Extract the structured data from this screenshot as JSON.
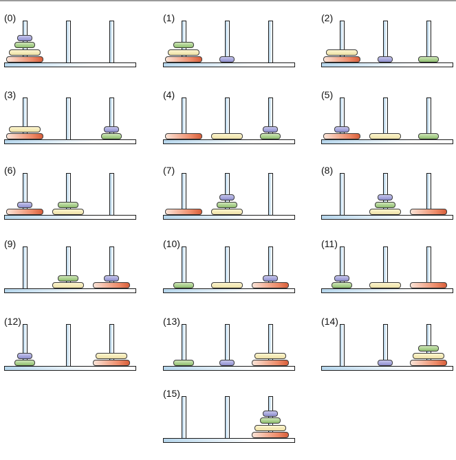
{
  "puzzle": {
    "disk_colors": {
      "1": "#a8a8e0",
      "2": "#a9d08e",
      "3": "#f8f0c0",
      "4": "#e8734d"
    },
    "steps": [
      {
        "label": "(0)",
        "pegs": [
          [
            4,
            3,
            2,
            1
          ],
          [],
          []
        ]
      },
      {
        "label": "(1)",
        "pegs": [
          [
            4,
            3,
            2
          ],
          [
            1
          ],
          []
        ]
      },
      {
        "label": "(2)",
        "pegs": [
          [
            4,
            3
          ],
          [
            1
          ],
          [
            2
          ]
        ]
      },
      {
        "label": "(3)",
        "pegs": [
          [
            4,
            3
          ],
          [],
          [
            2,
            1
          ]
        ]
      },
      {
        "label": "(4)",
        "pegs": [
          [
            4
          ],
          [
            3
          ],
          [
            2,
            1
          ]
        ]
      },
      {
        "label": "(5)",
        "pegs": [
          [
            4,
            1
          ],
          [
            3
          ],
          [
            2
          ]
        ]
      },
      {
        "label": "(6)",
        "pegs": [
          [
            4,
            1
          ],
          [
            3,
            2
          ],
          []
        ]
      },
      {
        "label": "(7)",
        "pegs": [
          [
            4
          ],
          [
            3,
            2,
            1
          ],
          []
        ]
      },
      {
        "label": "(8)",
        "pegs": [
          [],
          [
            3,
            2,
            1
          ],
          [
            4
          ]
        ]
      },
      {
        "label": "(9)",
        "pegs": [
          [],
          [
            3,
            2
          ],
          [
            4,
            1
          ]
        ]
      },
      {
        "label": "(10)",
        "pegs": [
          [
            2
          ],
          [
            3
          ],
          [
            4,
            1
          ]
        ]
      },
      {
        "label": "(11)",
        "pegs": [
          [
            2,
            1
          ],
          [
            3
          ],
          [
            4
          ]
        ]
      },
      {
        "label": "(12)",
        "pegs": [
          [
            2,
            1
          ],
          [],
          [
            4,
            3
          ]
        ]
      },
      {
        "label": "(13)",
        "pegs": [
          [
            2
          ],
          [
            1
          ],
          [
            4,
            3
          ]
        ]
      },
      {
        "label": "(14)",
        "pegs": [
          [],
          [
            1
          ],
          [
            4,
            3,
            2
          ]
        ]
      },
      {
        "label": "(15)",
        "pegs": [
          [],
          [],
          [
            4,
            3,
            2,
            1
          ]
        ]
      }
    ]
  }
}
